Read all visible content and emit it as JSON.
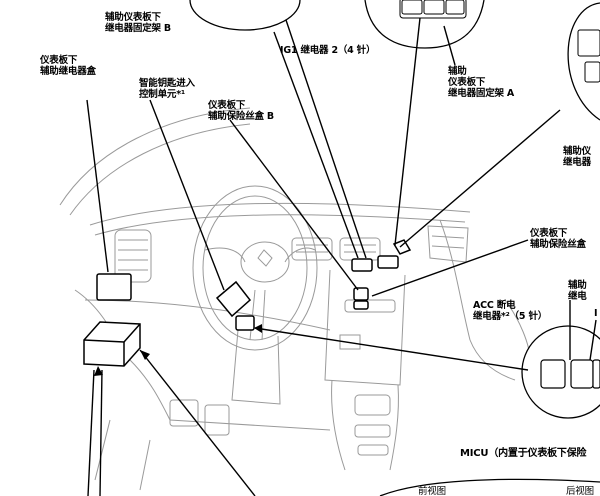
{
  "labels": {
    "aux_bracket_b": [
      "辅助仪表板下",
      "继电器固定架 B"
    ],
    "ig1_relay": "IG1 继电器 2（4 针）",
    "dash_aux_relay_box": [
      "仪表板下",
      "辅助继电器盒"
    ],
    "smart_key_unit": [
      "智能钥匙进入",
      "控制单元*¹"
    ],
    "dash_aux_fuse_b": [
      "仪表板下",
      "辅助保险丝盒 B"
    ],
    "aux_bracket_a": [
      "辅助",
      "仪表板下",
      "继电器固定架 A"
    ],
    "aux_right_top": [
      "辅助仪",
      "继电器"
    ],
    "dash_aux_fuse_box": [
      "仪表板下",
      "辅助保险丝盒"
    ],
    "acc_cutoff_relay": [
      "ACC 断电",
      "继电器*²（5 针）"
    ],
    "aux_right_mid": [
      "辅助",
      "继电"
    ],
    "right_edge_mark": "I",
    "micu": "MICU（内置于仪表板下保险",
    "view_left": "前视图",
    "view_right": "后视图"
  },
  "colors": {
    "line": "#000000",
    "fill": "#ffffff",
    "drawing": "#9a9a9a"
  }
}
